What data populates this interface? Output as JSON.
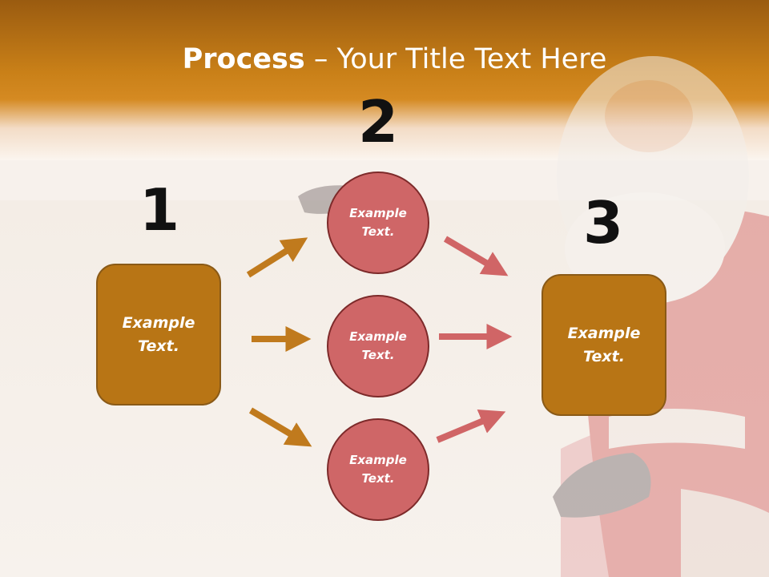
{
  "title": {
    "bold": "Process",
    "rest": " – Your Title Text Here"
  },
  "steps": {
    "one": "1",
    "two": "2",
    "three": "3"
  },
  "nodes": {
    "left_box": "Example Text.",
    "circle_top": "Example Text.",
    "circle_middle": "Example Text.",
    "circle_bottom": "Example Text.",
    "right_box": "Example Text."
  },
  "colors": {
    "box_fill": "#b87515",
    "circle_fill": "#cf6667",
    "arrow_orange": "#c07a1d",
    "arrow_red": "#d06566",
    "header": "#c98018"
  }
}
